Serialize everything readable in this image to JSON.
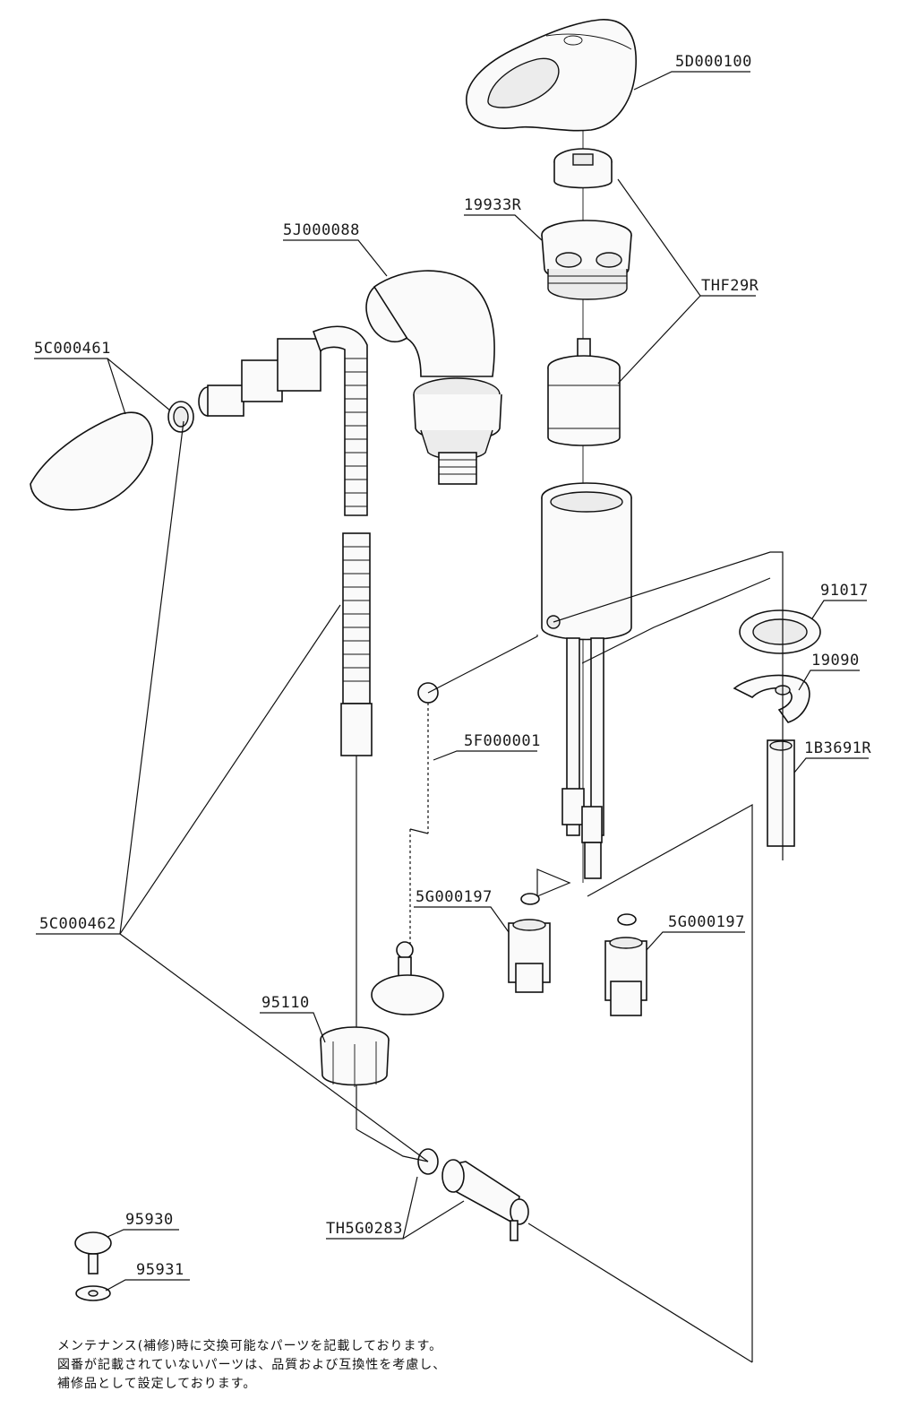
{
  "parts": {
    "handle": "5D000100",
    "cartridge_cap": "19933R",
    "cartridge": "THF29R",
    "drain_elbow": "5J000088",
    "spout_cover": "5C000461",
    "hose_set": "5C000462",
    "chain": "5F000001",
    "gasket": "91017",
    "clamp": "19090",
    "stud_bolt": "1B3691R",
    "valve_left": "5G000197",
    "valve_right": "5G000197",
    "nut": "95110",
    "connector": "TH5G0283",
    "cap_screw": "95930",
    "washer": "95931"
  },
  "notes": [
    "メンテナンス(補修)時に交換可能なパーツを記載しております。",
    "図番が記載されていないパーツは、品質および互換性を考慮し、",
    "補修品として設定しております。"
  ]
}
